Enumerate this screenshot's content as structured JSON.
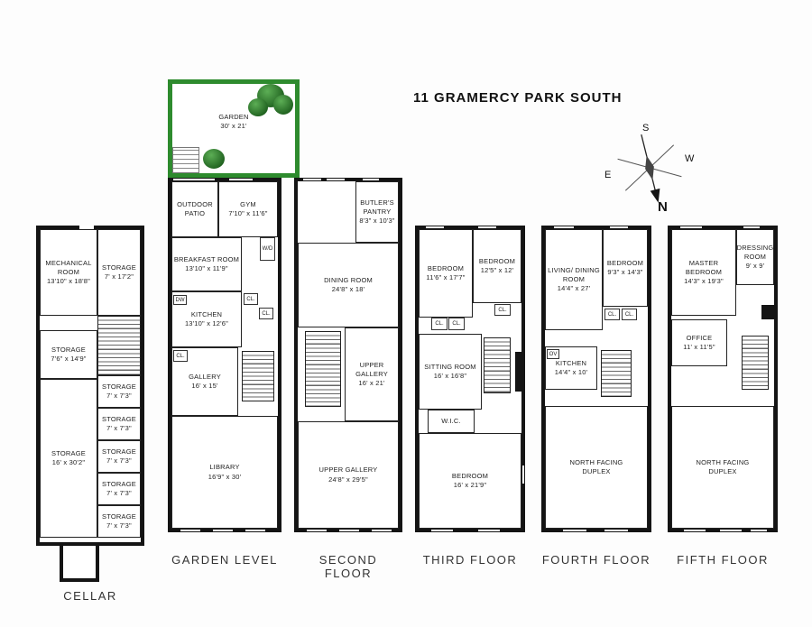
{
  "title": "11 GRAMERCY PARK SOUTH",
  "compass": {
    "n": "N",
    "s": "S",
    "e": "E",
    "w": "W"
  },
  "garden": {
    "name": "GARDEN",
    "dims": "30' x 21'"
  },
  "fixtures": {
    "cl": "CL.",
    "dw": "DW",
    "ov": "OV",
    "wd": "W/D"
  },
  "floors": [
    {
      "id": "cellar",
      "label": "CELLAR",
      "rooms": [
        {
          "name": "MECHANICAL ROOM",
          "dims": "13'10\" x 18'8\""
        },
        {
          "name": "STORAGE",
          "dims": "7' x 17'2\""
        },
        {
          "name": "STORAGE",
          "dims": "7'6\" x 14'9\""
        },
        {
          "name": "STORAGE",
          "dims": "7' x 7'3\""
        },
        {
          "name": "STORAGE",
          "dims": "7' x 7'3\""
        },
        {
          "name": "STORAGE",
          "dims": "7' x 7'3\""
        },
        {
          "name": "STORAGE",
          "dims": "7' x 7'3\""
        },
        {
          "name": "STORAGE",
          "dims": "7' x 7'3\""
        },
        {
          "name": "STORAGE",
          "dims": "16' x 30'2\""
        }
      ]
    },
    {
      "id": "garden-level",
      "label": "GARDEN LEVEL",
      "rooms": [
        {
          "name": "OUTDOOR PATIO",
          "dims": ""
        },
        {
          "name": "GYM",
          "dims": "7'10\" x 11'6\""
        },
        {
          "name": "BREAKFAST ROOM",
          "dims": "13'10\" x 11'9\""
        },
        {
          "name": "KITCHEN",
          "dims": "13'10\" x 12'6\""
        },
        {
          "name": "GALLERY",
          "dims": "16' x 15'"
        },
        {
          "name": "LIBRARY",
          "dims": "16'9\" x 30'"
        }
      ]
    },
    {
      "id": "second-floor",
      "label": "SECOND FLOOR",
      "rooms": [
        {
          "name": "BUTLER'S PANTRY",
          "dims": "8'3\" x 10'3\""
        },
        {
          "name": "DINING ROOM",
          "dims": "24'8\" x 18'"
        },
        {
          "name": "UPPER GALLERY",
          "dims": "16' x 21'"
        },
        {
          "name": "UPPER GALLERY",
          "dims": "24'8\" x 29'5\""
        }
      ]
    },
    {
      "id": "third-floor",
      "label": "THIRD FLOOR",
      "rooms": [
        {
          "name": "BEDROOM",
          "dims": "11'6\" x 17'7\""
        },
        {
          "name": "BEDROOM",
          "dims": "12'5\" x 12'"
        },
        {
          "name": "SITTING ROOM",
          "dims": "16' x 16'8\""
        },
        {
          "name": "W.I.C.",
          "dims": ""
        },
        {
          "name": "BEDROOM",
          "dims": "16' x 21'9\""
        }
      ]
    },
    {
      "id": "fourth-floor",
      "label": "FOURTH FLOOR",
      "rooms": [
        {
          "name": "LIVING/ DINING ROOM",
          "dims": "14'4\" x 27'"
        },
        {
          "name": "BEDROOM",
          "dims": "9'3\" x 14'3\""
        },
        {
          "name": "KITCHEN",
          "dims": "14'4\" x 10'"
        },
        {
          "name": "NORTH FACING DUPLEX",
          "dims": ""
        }
      ]
    },
    {
      "id": "fifth-floor",
      "label": "FIFTH FLOOR",
      "rooms": [
        {
          "name": "MASTER BEDROOM",
          "dims": "14'3\" x 19'3\""
        },
        {
          "name": "DRESSING ROOM",
          "dims": "9' x 9'"
        },
        {
          "name": "OFFICE",
          "dims": "11' x 11'5\""
        },
        {
          "name": "NORTH FACING DUPLEX",
          "dims": ""
        }
      ]
    }
  ]
}
